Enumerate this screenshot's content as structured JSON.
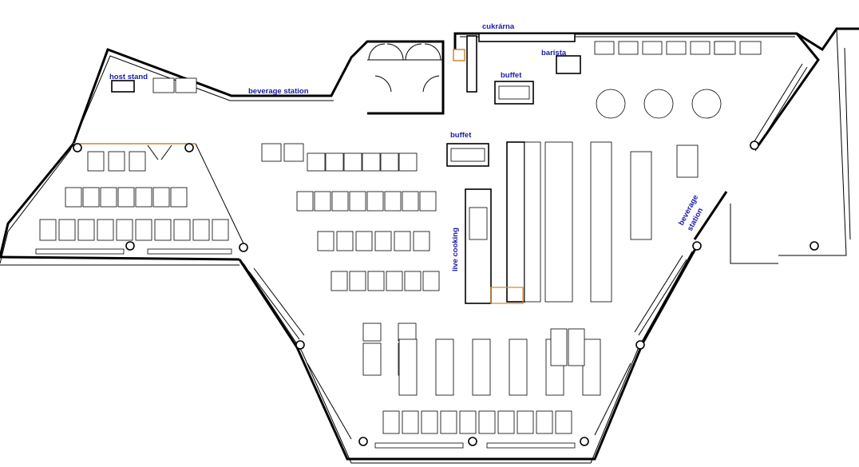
{
  "labels": {
    "host_stand": "host stand",
    "beverage_station_top": "beverage station",
    "cukrarna": "cukrárna",
    "barista": "barista",
    "buffet_top": "buffet",
    "buffet_mid": "buffet",
    "live_cooking": "live cooking",
    "beverage_station_right_1": "beverage",
    "beverage_station_right_2": "station"
  },
  "colors": {
    "label": "#1a1aa8",
    "wall": "#000000",
    "accent_window": "#cc8833",
    "accent_blue": "#3355cc"
  }
}
